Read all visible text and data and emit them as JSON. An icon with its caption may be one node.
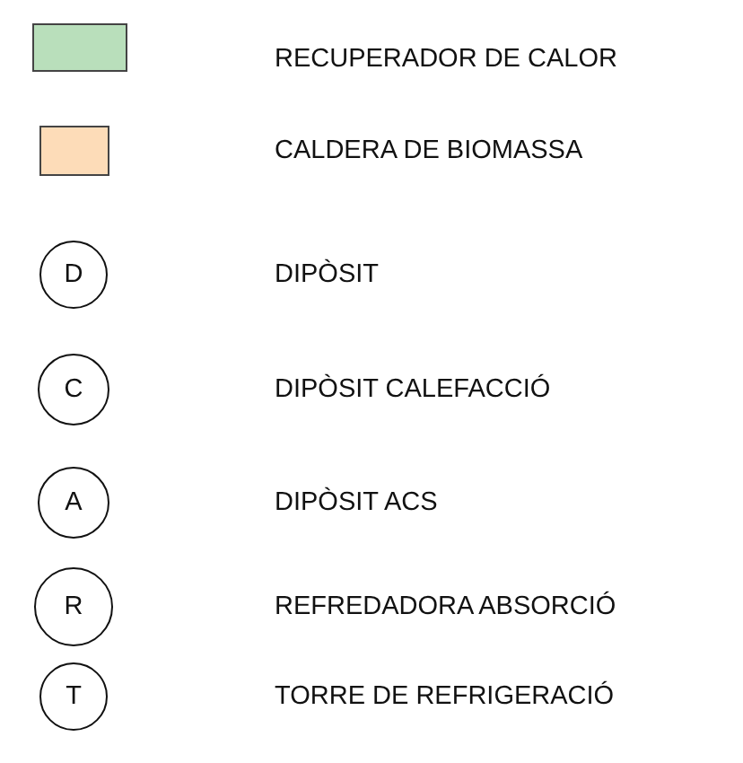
{
  "diagram": {
    "nodes": [
      {
        "text": [
          "D"
        ]
      },
      {
        "text": [
          "C"
        ]
      },
      {
        "text": [
          "A"
        ]
      },
      {
        "text": [
          "R"
        ]
      },
      {
        "text": [
          "T"
        ]
      }
    ],
    "labels": [
      "DIPÒSIT",
      "DIPÒSIT CALEFACCIÓ",
      "DIPÒSIT ACS",
      "REFREDADORA ABSORCIÓ",
      "TORRE DE REFRIGERACIÓ"
    ],
    "legend": [
      {
        "text": "RECUPERADOR DE CALOR",
        "color": "#b9dfbb"
      },
      {
        "text": "CALDERA DE BIOMASSA",
        "color": "#fddcb8"
      }
    ]
  }
}
